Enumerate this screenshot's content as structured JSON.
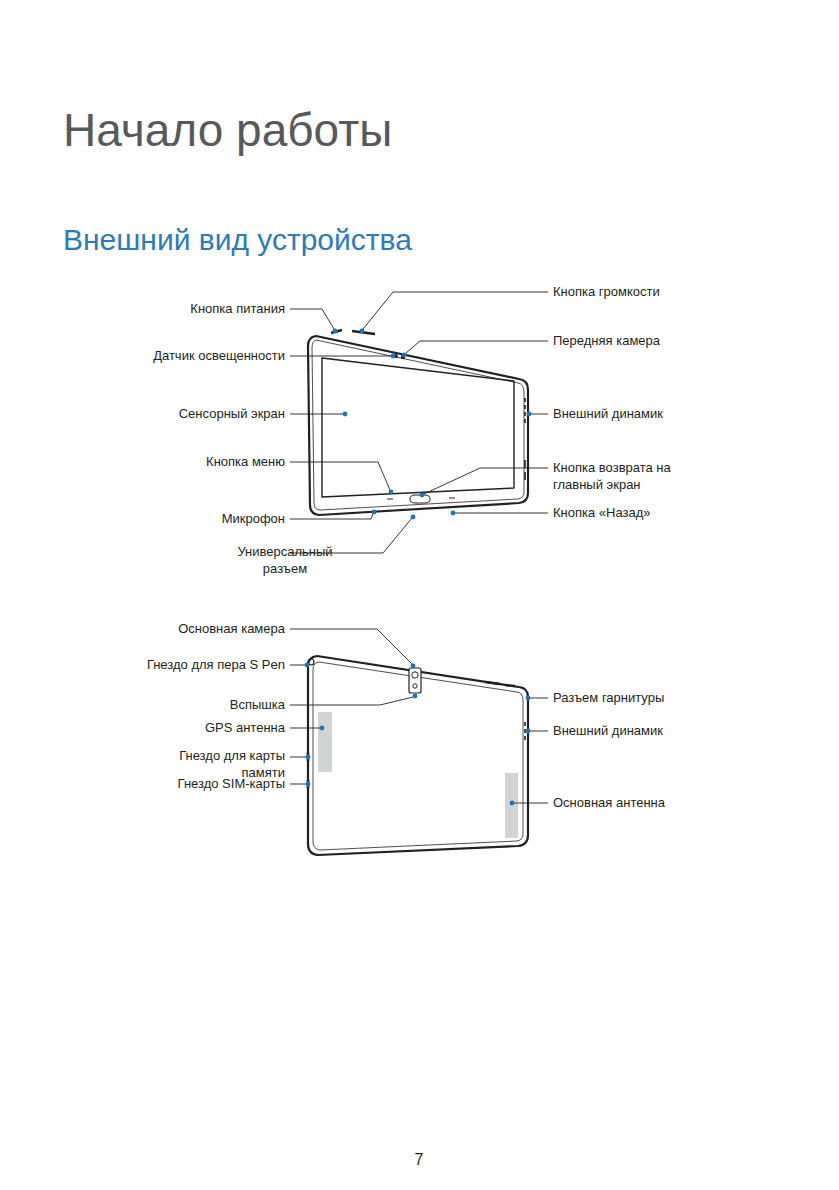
{
  "diagram": {
    "title": "Начало работы",
    "labels": [
      "Внешний вид устройства",
      "Кнопка питания",
      "Датчик освещенности",
      "Сенсорный экран",
      "Кнопка меню",
      "Микрофон",
      "Универсальный разъем",
      "Кнопка громкости",
      "Передняя камера",
      "Внешний динамик",
      "Кнопка возврата на главный экран",
      "Кнопка «Назад»",
      "Основная камера",
      "Гнездо для пера S Pen",
      "Вспышка",
      "GPS антенна",
      "Гнездо для карты памяти",
      "Гнездо SIM-карты",
      "Разъем гарнитуры",
      "Внешний динамик",
      "Основная антенна",
      "7"
    ]
  }
}
